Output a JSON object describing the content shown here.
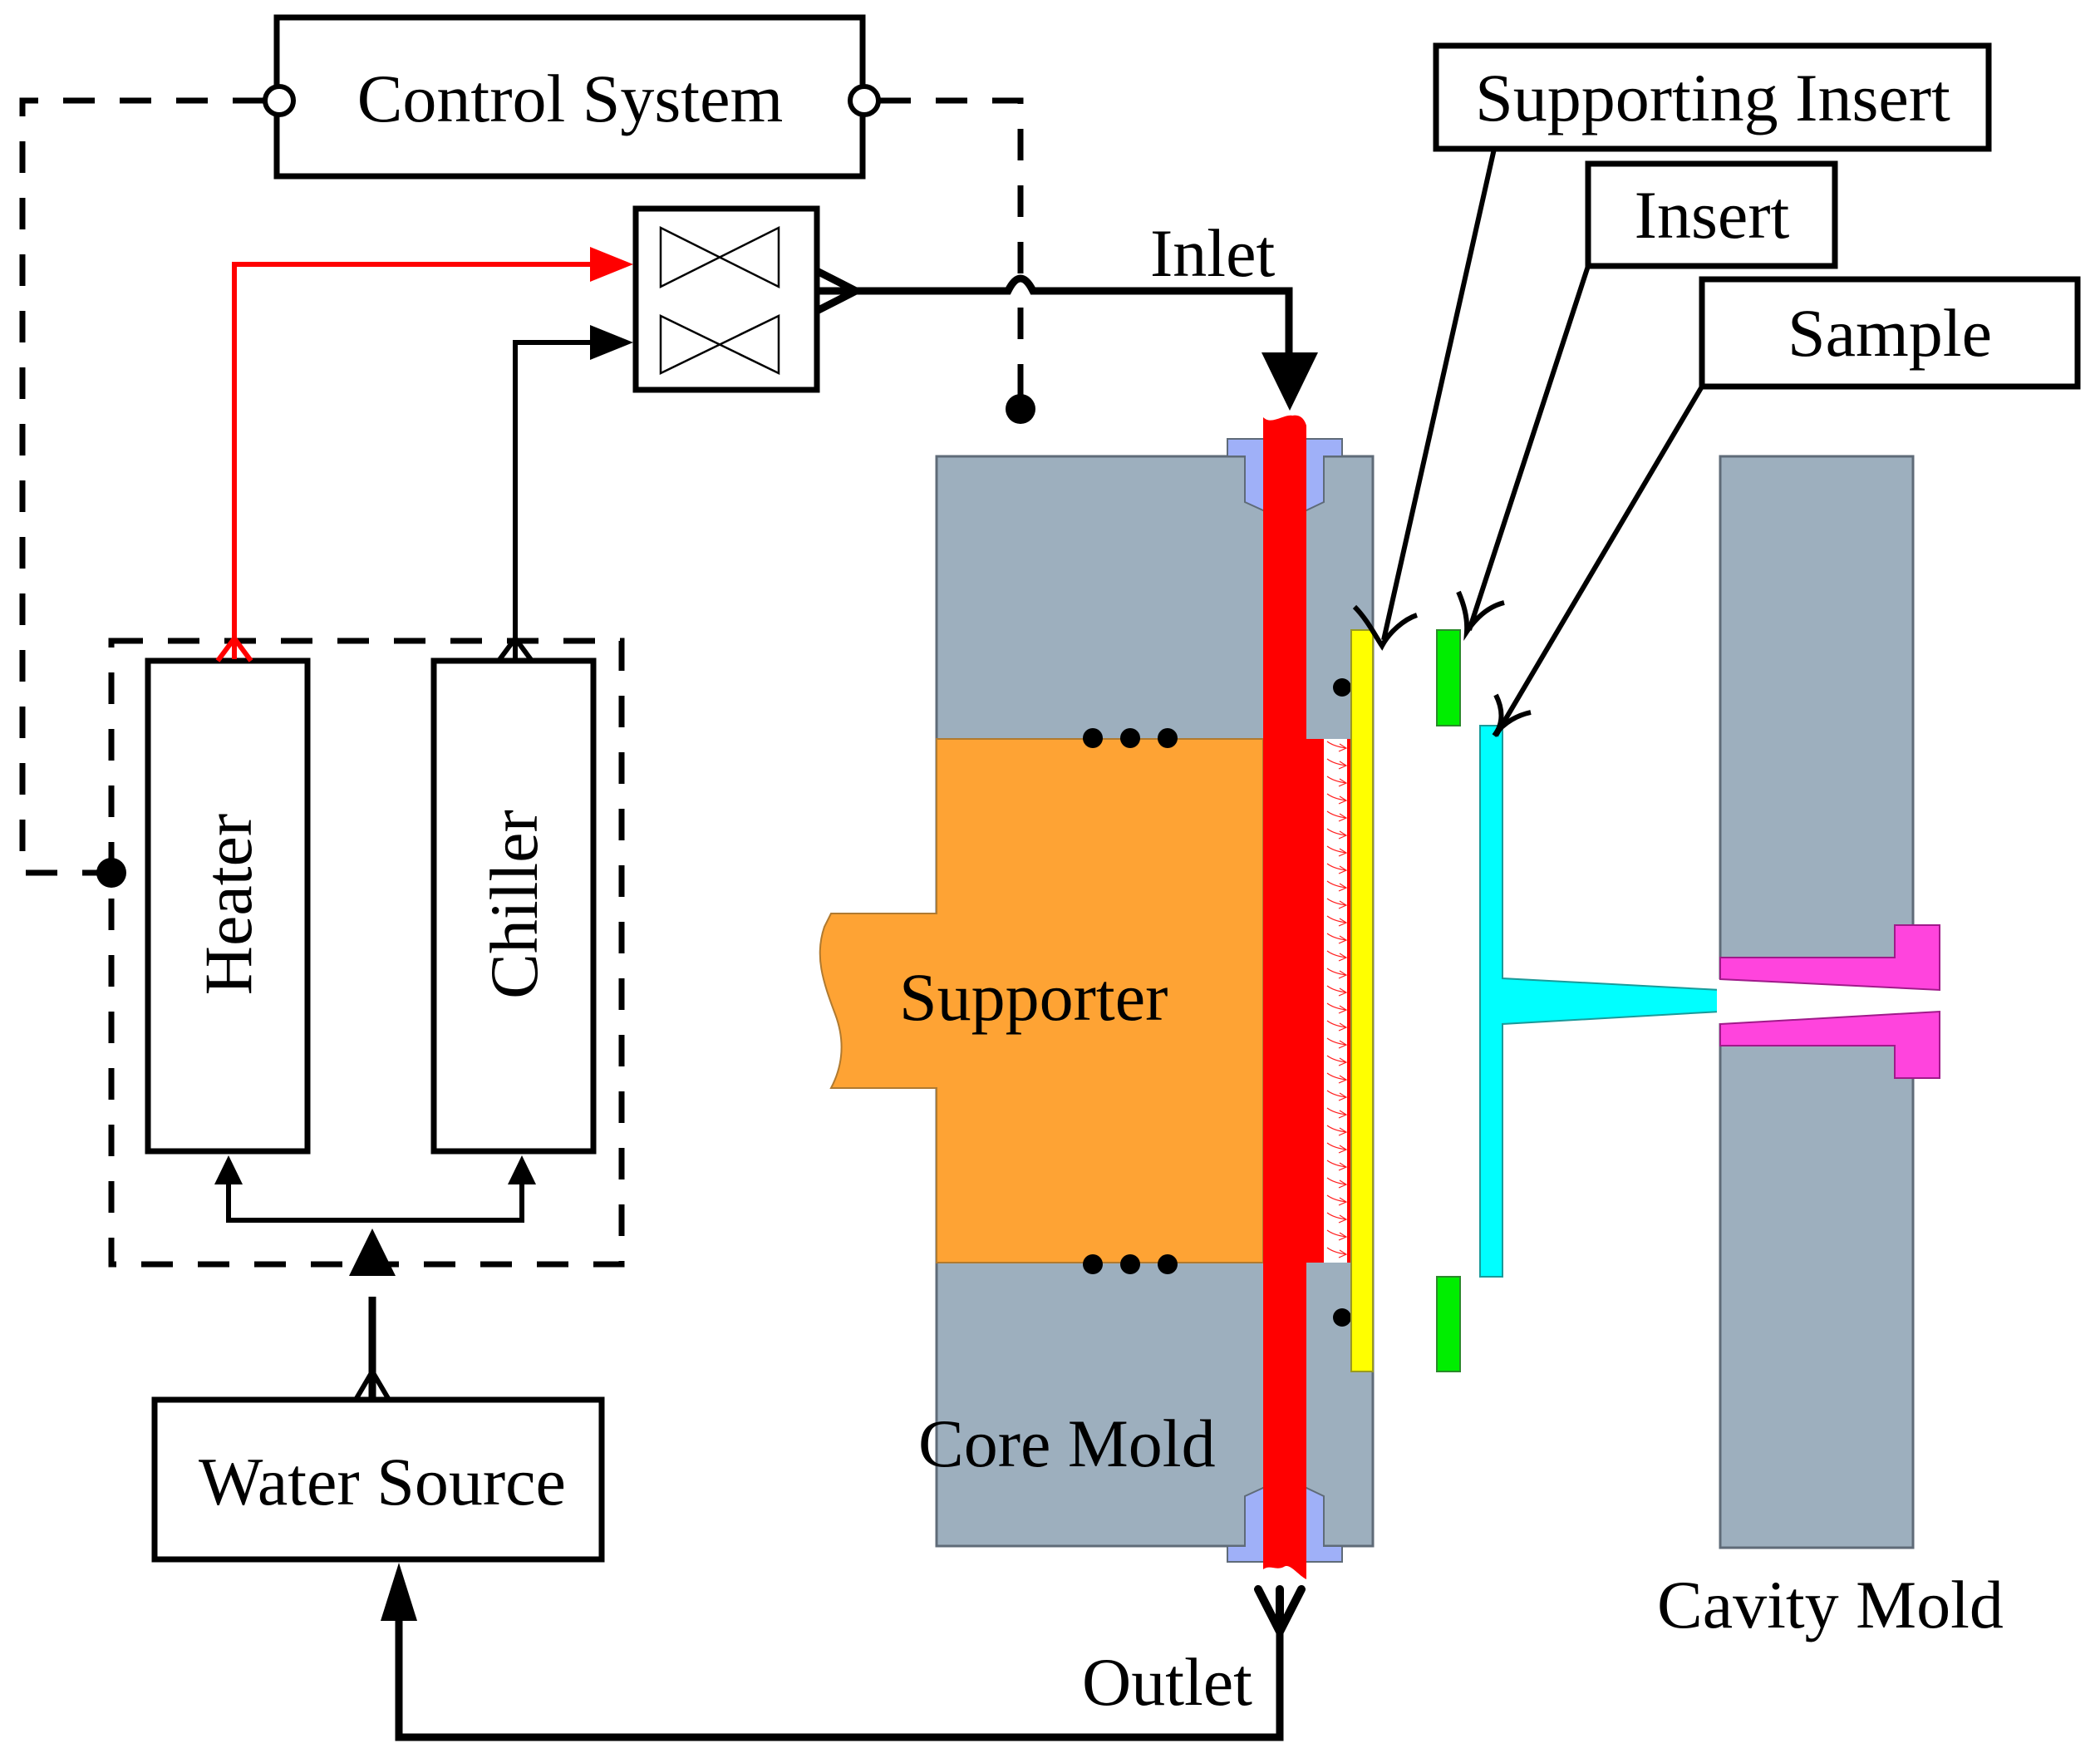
{
  "figure": {
    "title": "Rapid heat cycle molding water temperature control system with core and cavity mold cross-section"
  },
  "labels": {
    "control_system": "Control System",
    "heater": "Heater",
    "chiller": "Chiller",
    "water_source": "Water Source",
    "inlet": "Inlet",
    "outlet": "Outlet",
    "supporter": "Supporter",
    "core_mold": "Core Mold",
    "cavity_mold": "Cavity Mold",
    "supporting_insert": "Supporting Insert",
    "insert": "Insert",
    "sample": "Sample"
  },
  "colors": {
    "hot_line": "#ff0000",
    "mold": "#9dafbe",
    "supporter": "#fea334",
    "water_channel": "#ff0000",
    "bushing": "#9fb0f8",
    "supporting_insert": "#ffff00",
    "insert": "#00ee00",
    "sample": "#00ffff",
    "sprue_bushing": "#ff44dd"
  }
}
